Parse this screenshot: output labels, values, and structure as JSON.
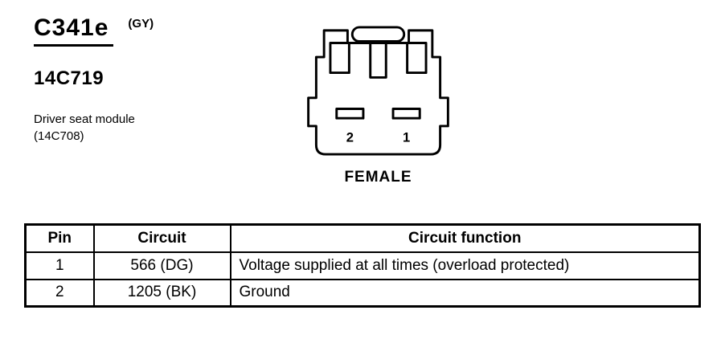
{
  "header": {
    "connector_id": "C341e",
    "color_code": "(GY)",
    "part_number": "14C719",
    "description_line1": "Driver seat module",
    "description_line2": "(14C708)"
  },
  "connector": {
    "gender_label": "FEMALE",
    "pin_left": "2",
    "pin_right": "1"
  },
  "pin_table": {
    "headers": [
      "Pin",
      "Circuit",
      "Circuit function"
    ],
    "rows": [
      {
        "pin": "1",
        "circuit": "566 (DG)",
        "function": "Voltage supplied at all times (overload protected)"
      },
      {
        "pin": "2",
        "circuit": "1205 (BK)",
        "function": "Ground"
      }
    ]
  }
}
